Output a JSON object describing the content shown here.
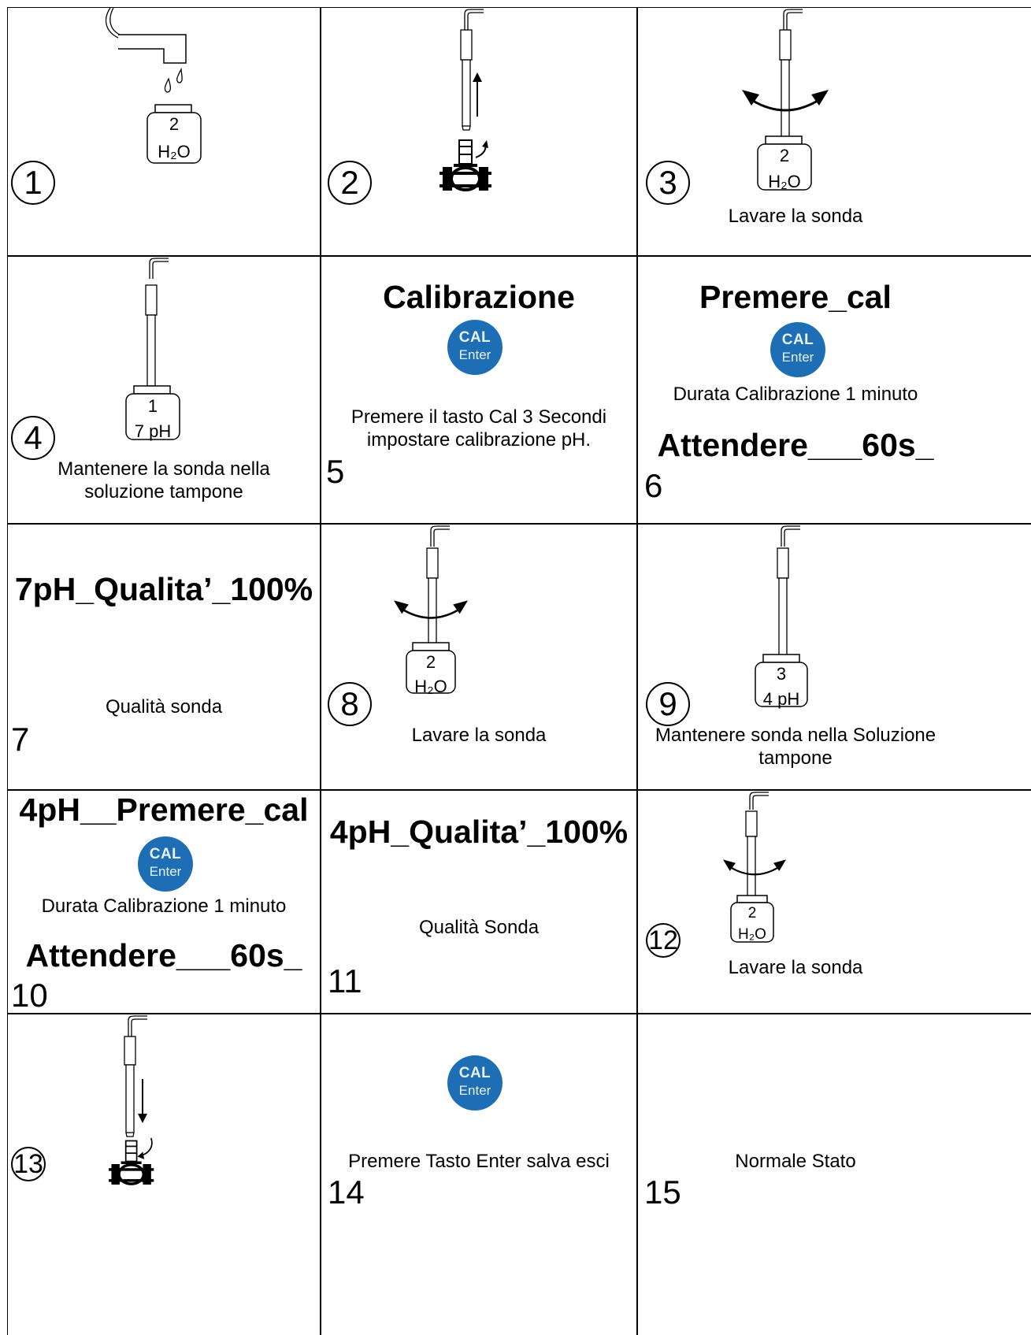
{
  "cells": {
    "c1": {
      "step": "1",
      "bottle_num": "2",
      "bottle_label": "H₂O"
    },
    "c2": {
      "step": "2"
    },
    "c3": {
      "step": "3",
      "bottle_num": "2",
      "bottle_label": "H₂O",
      "caption": "Lavare la sonda"
    },
    "c4": {
      "step": "4",
      "bottle_num": "1",
      "bottle_label": "7 pH",
      "caption_line1": "Mantenere la sonda nella",
      "caption_line2": "soluzione tampone"
    },
    "c5": {
      "step": "5",
      "title": "Calibrazione",
      "text_line1": "Premere il tasto Cal 3 Secondi",
      "text_line2": "impostare calibrazione pH."
    },
    "c6": {
      "step": "6",
      "title": "Premere_cal",
      "text": "Durata Calibrazione 1 minuto",
      "wait": "Attendere___60s_"
    },
    "c7": {
      "step": "7",
      "title": "7pH_Qualita’_100%",
      "text": "Qualità sonda"
    },
    "c8": {
      "step": "8",
      "bottle_num": "2",
      "bottle_label": "H₂O",
      "caption": "Lavare la sonda"
    },
    "c9": {
      "step": "9",
      "bottle_num": "3",
      "bottle_label": "4 pH",
      "caption_line1": "Mantenere sonda nella Soluzione",
      "caption_line2": "tampone"
    },
    "c10": {
      "step": "10",
      "title": "4pH__Premere_cal",
      "text": "Durata Calibrazione 1 minuto",
      "wait": "Attendere___60s_"
    },
    "c11": {
      "step": "11",
      "title": "4pH_Qualita’_100%",
      "text": "Qualità Sonda"
    },
    "c12": {
      "step": "12",
      "bottle_num": "2",
      "bottle_label": "H₂O",
      "caption": "Lavare la sonda"
    },
    "c13": {
      "step": "13"
    },
    "c14": {
      "step": "14",
      "text": "Premere Tasto Enter salva esci"
    },
    "c15": {
      "step": "15",
      "text": "Normale Stato"
    }
  },
  "cal_button": {
    "line1": "CAL",
    "line2": "Enter",
    "color": "#1e6eb5"
  },
  "icons": {
    "electrode": "ph-electrode-icon",
    "bottle": "solution-bottle-icon",
    "mount": "pipe-clamp-icon",
    "faucet": "faucet-icon"
  }
}
